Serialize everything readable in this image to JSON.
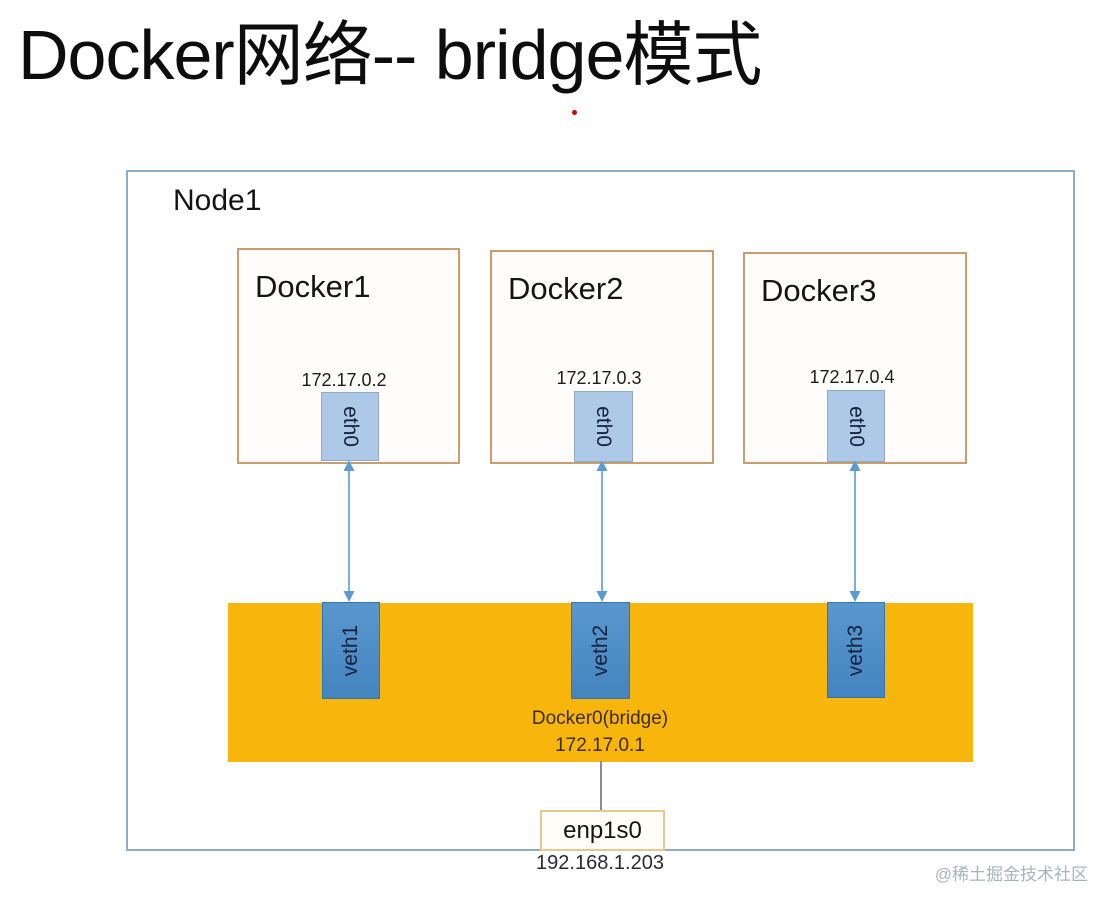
{
  "title": "Docker网络-- bridge模式",
  "node": {
    "label": "Node1",
    "containers": [
      {
        "name": "Docker1",
        "ip": "172.17.0.2",
        "iface": "eth0",
        "veth": "veth1"
      },
      {
        "name": "Docker2",
        "ip": "172.17.0.3",
        "iface": "eth0",
        "veth": "veth2"
      },
      {
        "name": "Docker3",
        "ip": "172.17.0.4",
        "iface": "eth0",
        "veth": "veth3"
      }
    ],
    "bridge": {
      "label": "Docker0(bridge)",
      "ip": "172.17.0.1"
    },
    "host_if": {
      "label": "enp1s0",
      "ip": "192.168.1.203"
    }
  },
  "watermark": "@稀土掘金技术社区",
  "colors": {
    "bridge_fill": "#f8b60d",
    "veth_fill": "#4e8dc6",
    "eth_fill": "#aec8e8",
    "arrow": "#5b9bd5",
    "node_border": "#8faec6",
    "container_border": "#c89d6f",
    "host_if_border": "#e4c98e",
    "red_dot": "#cf0000"
  }
}
